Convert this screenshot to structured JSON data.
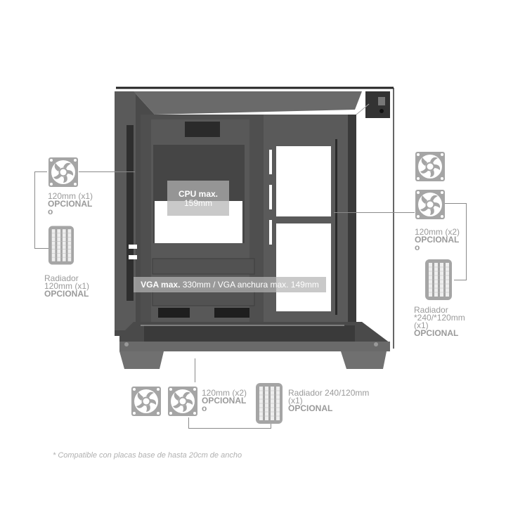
{
  "diagram": {
    "subject": "PC case side view with cooling compatibility",
    "case": {
      "cpu_clearance": {
        "title": "CPU max.",
        "value": "159mm"
      },
      "vga_clearance": {
        "bold": "VGA max.",
        "text": " 330mm / VGA anchura max. 149mm"
      }
    },
    "rear": {
      "fan": {
        "icon": "fan-icon",
        "size": "120mm (x1)",
        "optional": "OPCIONAL",
        "or": "o"
      },
      "radiator": {
        "icon": "radiator-icon",
        "line1": "Radiador",
        "line2": "120mm (x1)",
        "optional": "OPCIONAL"
      }
    },
    "front": {
      "fans": {
        "icon": "fan-icon",
        "count": 2,
        "size": "120mm (x2)",
        "optional": "OPCIONAL",
        "or": "o"
      },
      "radiator": {
        "icon": "radiator-icon",
        "line1": "Radiador",
        "line2": "*240/*120mm",
        "line3": "(x1)",
        "optional": "OPCIONAL"
      }
    },
    "bottom": {
      "fans": {
        "icon": "fan-icon",
        "count": 2,
        "size": "120mm (x2)",
        "optional": "OPCIONAL",
        "or": "o"
      },
      "radiator": {
        "icon": "radiator-icon",
        "line1": "Radiador 240/120mm",
        "line2": "(x1)",
        "optional": "OPCIONAL"
      }
    },
    "footnote": "* Compatible con placas base de hasta 20cm de ancho",
    "colors": {
      "icon_gray": "#a5a5a5",
      "text_gray": "#9a9a9a",
      "case_dark": "#3c3c3c"
    }
  }
}
